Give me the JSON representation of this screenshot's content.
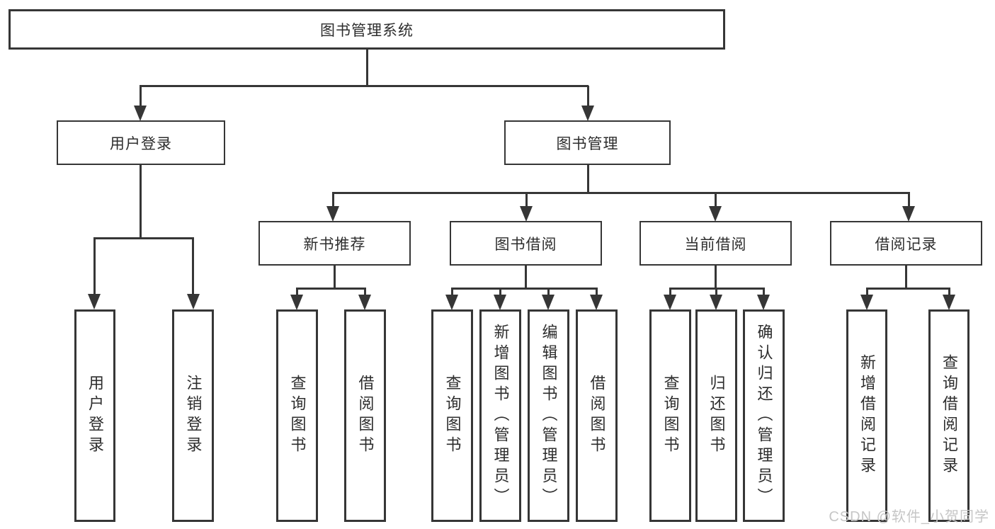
{
  "diagram": {
    "root": {
      "label": "图书管理系统"
    },
    "nodes": {
      "user_login": "用户登录",
      "book_mgmt": "图书管理",
      "new_books": "新书推荐",
      "book_borrow": "图书借阅",
      "current_borrow": "当前借阅",
      "borrow_records": "借阅记录"
    },
    "leaves": {
      "user_login": [
        "用户登录",
        "注销登录"
      ],
      "new_books": [
        "查询图书",
        "借阅图书"
      ],
      "book_borrow": [
        "查询图书",
        "新增图书（管理员）",
        "编辑图书（管理员）",
        "借阅图书"
      ],
      "current_borrow": [
        "查询图书",
        "归还图书",
        "确认归还（管理员）"
      ],
      "borrow_records": [
        "新增借阅记录",
        "查询借阅记录"
      ]
    },
    "watermark": "CSDN @软件_小贺同学",
    "colors": {
      "line": "#363636",
      "text": "#2d2d2d",
      "watermark": "#c6c6c6",
      "background": "#ffffff"
    }
  }
}
